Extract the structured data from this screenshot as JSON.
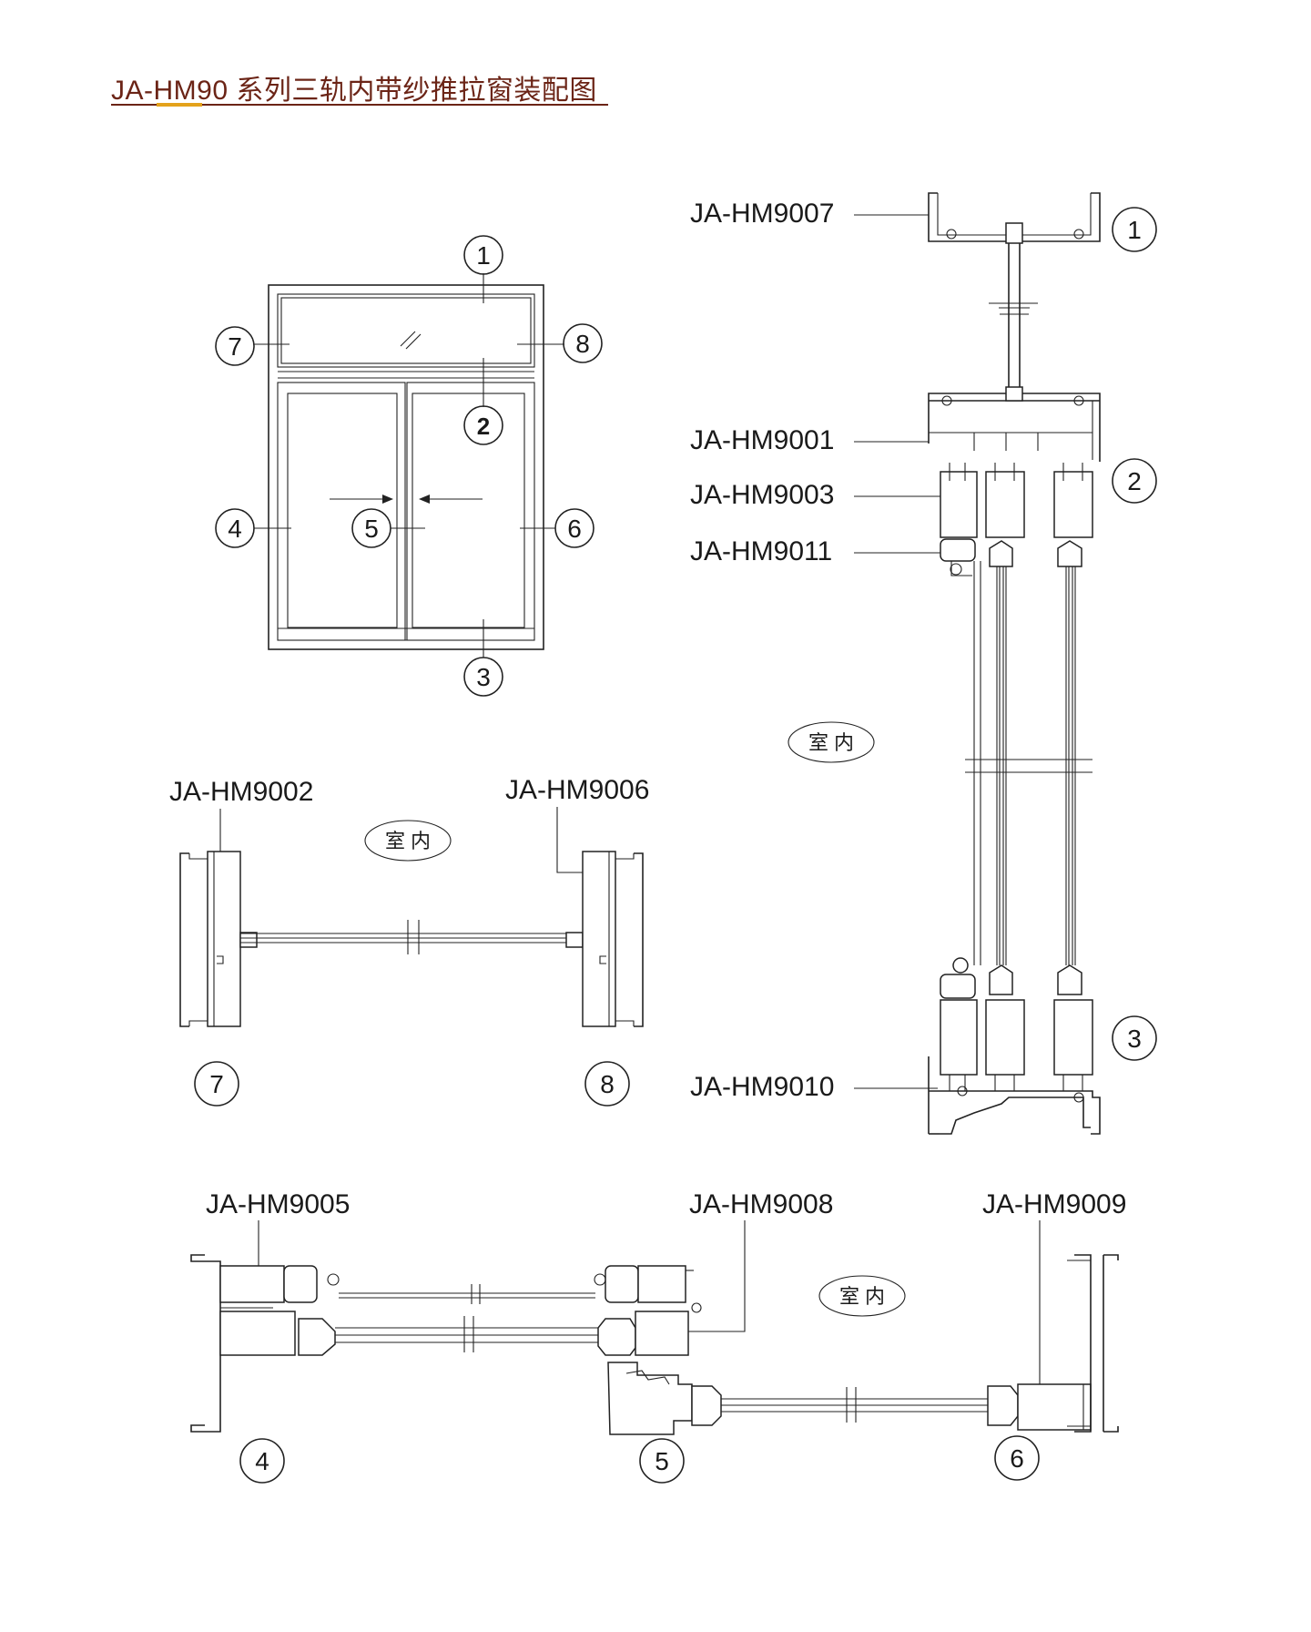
{
  "title": "JA-HM90 系列三轨内带纱推拉窗装配图",
  "colors": {
    "title": "#6b2416",
    "title_accent": "#e4a21b",
    "line": "#222222"
  },
  "elevation": {
    "callouts": [
      "1",
      "2",
      "3",
      "4",
      "5",
      "6",
      "7",
      "8"
    ]
  },
  "vertical_section": {
    "parts": [
      "JA-HM9007",
      "JA-HM9001",
      "JA-HM9003",
      "JA-HM9011",
      "JA-HM9010"
    ],
    "callouts": [
      "1",
      "2",
      "3"
    ],
    "room_label": "室 内"
  },
  "upper_horizontal_section": {
    "parts": [
      "JA-HM9002",
      "JA-HM9006"
    ],
    "callouts": [
      "7",
      "8"
    ],
    "room_label": "室 内"
  },
  "lower_horizontal_section": {
    "parts": [
      "JA-HM9005",
      "JA-HM9008",
      "JA-HM9009"
    ],
    "callouts": [
      "4",
      "5",
      "6"
    ],
    "room_label": "室 内"
  }
}
